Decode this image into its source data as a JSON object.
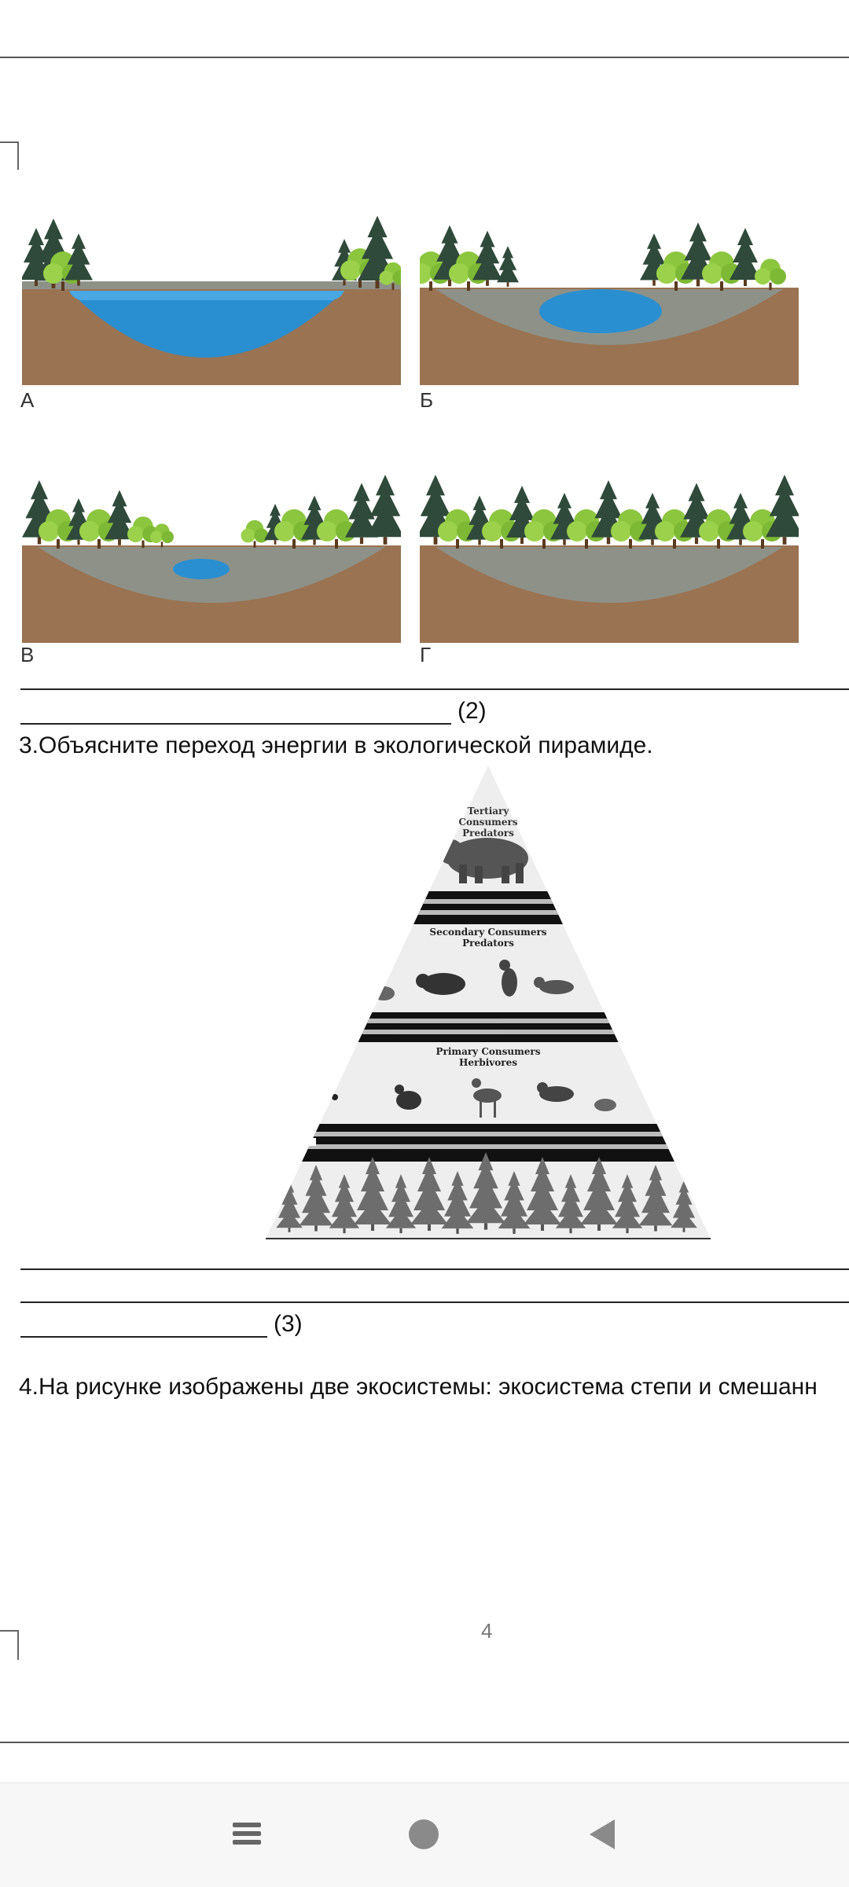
{
  "panels": {
    "a": {
      "label": "А"
    },
    "b": {
      "label": "Б"
    },
    "v": {
      "label": "В"
    },
    "g": {
      "label": "Г"
    }
  },
  "question2": {
    "score": "(2)"
  },
  "question3": {
    "text": "3.Объясните переход энергии в экологической пирамиде.",
    "score": "(3)"
  },
  "pyramid": {
    "tertiary": [
      "Tertiary",
      "Consumers",
      "Predators"
    ],
    "secondary": [
      "Secondary Consumers",
      "Predators"
    ],
    "primary": [
      "Primary Consumers",
      "Herbivores"
    ]
  },
  "question4": {
    "text": "4.На рисунке изображены две экосистемы: экосистема степи и смешанн"
  },
  "page": {
    "number": "4"
  },
  "navbar": {
    "menu_icon": "menu-icon",
    "home_icon": "home-icon",
    "back_icon": "back-icon"
  },
  "colors": {
    "water": "#2a8fd0",
    "soil": "#9a7352",
    "silt": "#8e9188",
    "tree_dark": "#2f4a3a",
    "tree_light": "#8cc63f"
  }
}
